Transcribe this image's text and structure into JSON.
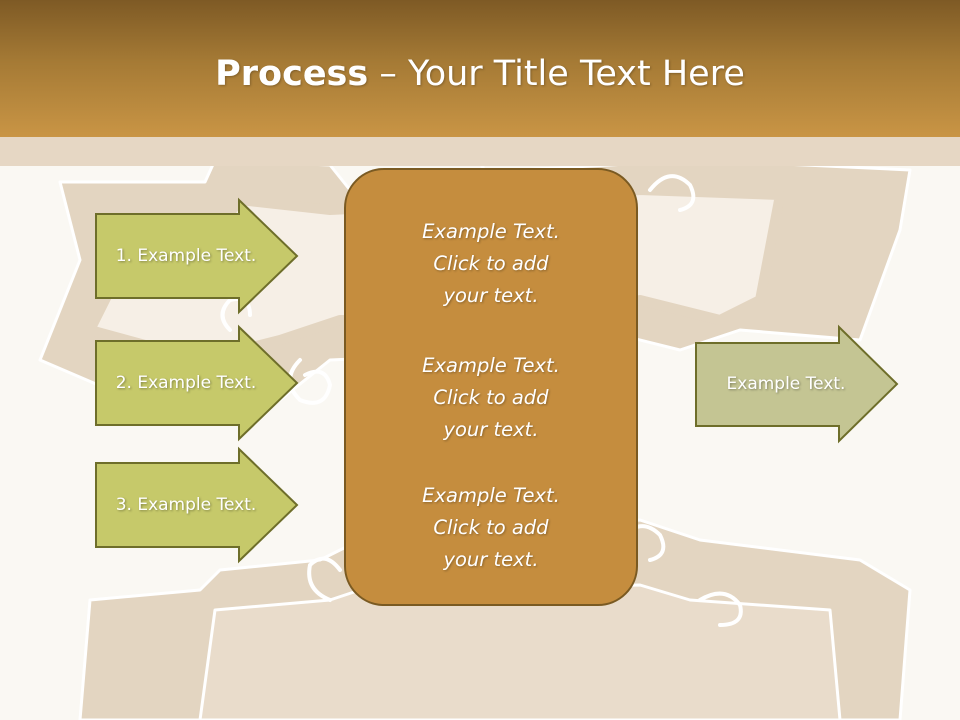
{
  "slide": {
    "title_bold": "Process",
    "title_rest": " – Your Title Text Here",
    "left_arrows": [
      {
        "label": "1. Example Text."
      },
      {
        "label": "2. Example Text."
      },
      {
        "label": "3. Example Text."
      }
    ],
    "center_blocks": [
      {
        "lines": [
          "Example Text.",
          "Click  to add",
          "your text."
        ]
      },
      {
        "lines": [
          "Example Text.",
          "Click  to add",
          "your text."
        ]
      },
      {
        "lines": [
          "Example Text.",
          "Click  to add",
          "your text."
        ]
      }
    ],
    "right_arrow": {
      "label": "Example Text."
    }
  },
  "colors": {
    "header_dark": "#7e5a25",
    "header_light": "#c99545",
    "background": "#faf8f3",
    "scroll_art": "#e2d3bf",
    "center_box_fill": "#c58d3e",
    "center_box_border": "#7a5a22",
    "left_arrow_fill": "#c6c96a",
    "right_arrow_fill": "#c4c593",
    "arrow_border": "#6e6e2a"
  },
  "icons": {
    "background": "scroll-illustration"
  }
}
